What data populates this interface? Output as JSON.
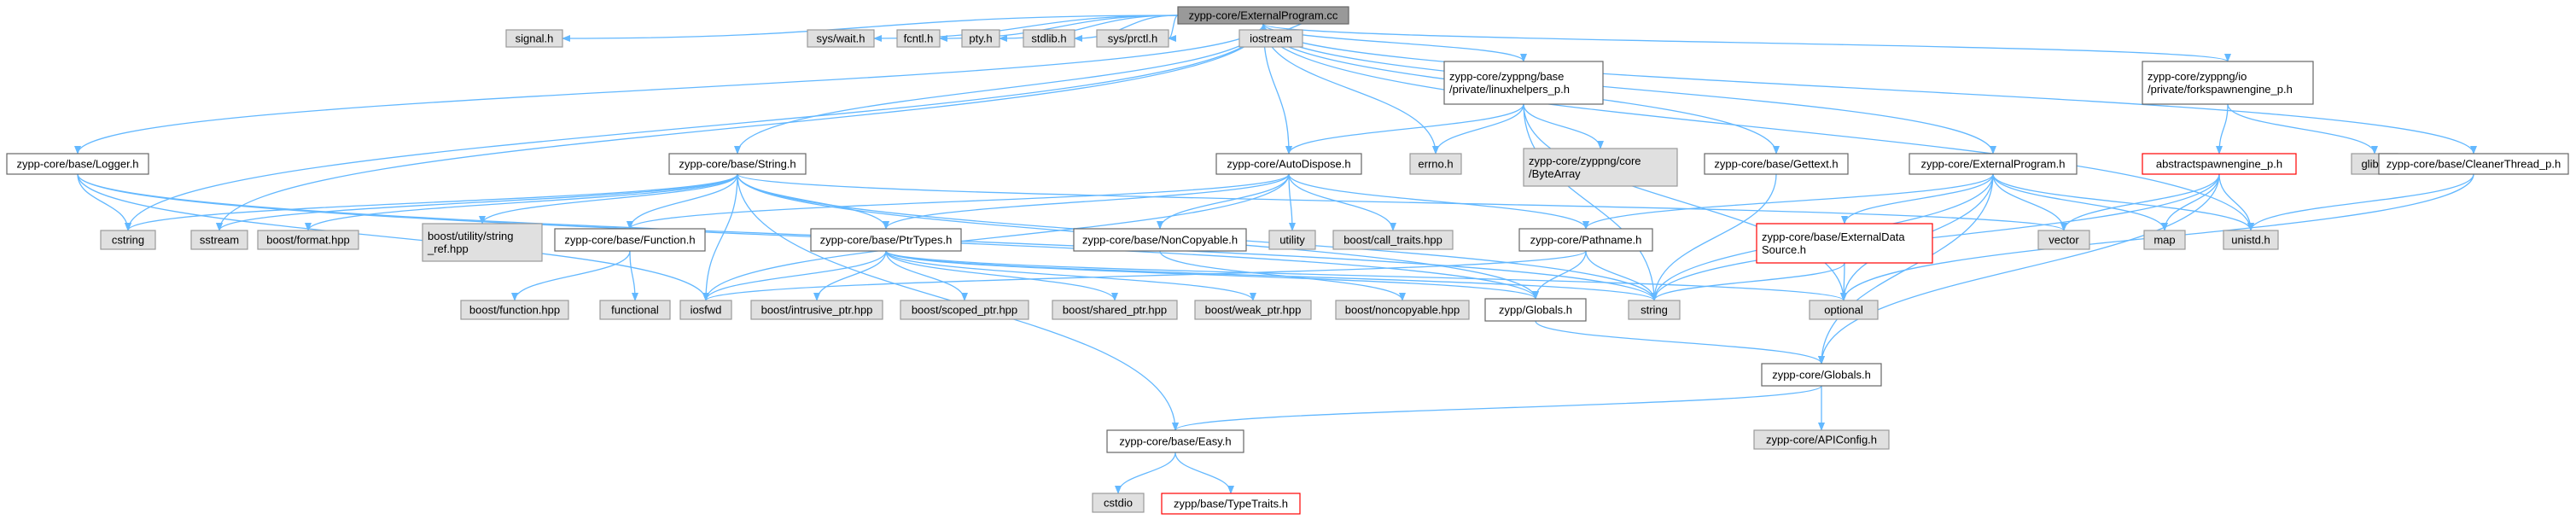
{
  "colors": {
    "edge": "#63b8ff",
    "root_fill": "#999999",
    "root_stroke": "#666666",
    "normal_fill": "#ffffff",
    "normal_stroke": "#666666",
    "system_fill": "#e0e0e0",
    "system_stroke": "#999999",
    "unresolved_fill": "#ffffff",
    "unresolved_stroke": "#ff0000"
  },
  "nodes": [
    {
      "id": "root",
      "lines": [
        "zypp-core/ExternalProgram.cc"
      ],
      "style": "root"
    },
    {
      "id": "signal",
      "lines": [
        "signal.h"
      ],
      "style": "system"
    },
    {
      "id": "syswait",
      "lines": [
        "sys/wait.h"
      ],
      "style": "system"
    },
    {
      "id": "fcntl",
      "lines": [
        "fcntl.h"
      ],
      "style": "system"
    },
    {
      "id": "pty",
      "lines": [
        "pty.h"
      ],
      "style": "system"
    },
    {
      "id": "stdlib",
      "lines": [
        "stdlib.h"
      ],
      "style": "system"
    },
    {
      "id": "sysprctl",
      "lines": [
        "sys/prctl.h"
      ],
      "style": "system"
    },
    {
      "id": "iostream",
      "lines": [
        "iostream"
      ],
      "style": "system"
    },
    {
      "id": "linuxhelpers",
      "lines": [
        "zypp-core/zyppng/base",
        "/private/linuxhelpers_p.h"
      ],
      "style": "normal"
    },
    {
      "id": "forkspawn",
      "lines": [
        "zypp-core/zyppng/io",
        "/private/forkspawnengine_p.h"
      ],
      "style": "normal"
    },
    {
      "id": "logger",
      "lines": [
        "zypp-core/base/Logger.h"
      ],
      "style": "normal"
    },
    {
      "id": "string_h",
      "lines": [
        "zypp-core/base/String.h"
      ],
      "style": "normal"
    },
    {
      "id": "autodispose",
      "lines": [
        "zypp-core/AutoDispose.h"
      ],
      "style": "normal"
    },
    {
      "id": "errno",
      "lines": [
        "errno.h"
      ],
      "style": "system"
    },
    {
      "id": "bytearray",
      "lines": [
        "zypp-core/zyppng/core",
        "/ByteArray"
      ],
      "style": "system"
    },
    {
      "id": "gettext",
      "lines": [
        "zypp-core/base/Gettext.h"
      ],
      "style": "normal"
    },
    {
      "id": "extprog_h",
      "lines": [
        "zypp-core/ExternalProgram.h"
      ],
      "style": "normal"
    },
    {
      "id": "abstractspawn",
      "lines": [
        "abstractspawnengine_p.h"
      ],
      "style": "unresolved"
    },
    {
      "id": "glib",
      "lines": [
        "glib.h"
      ],
      "style": "system"
    },
    {
      "id": "cleaner",
      "lines": [
        "zypp-core/base/CleanerThread_p.h"
      ],
      "style": "normal"
    },
    {
      "id": "cstring",
      "lines": [
        "cstring"
      ],
      "style": "system"
    },
    {
      "id": "sstream",
      "lines": [
        "sstream"
      ],
      "style": "system"
    },
    {
      "id": "boostformat",
      "lines": [
        "boost/format.hpp"
      ],
      "style": "system"
    },
    {
      "id": "boostutilstr",
      "lines": [
        "boost/utility/string",
        "_ref.hpp"
      ],
      "style": "system"
    },
    {
      "id": "function_h",
      "lines": [
        "zypp-core/base/Function.h"
      ],
      "style": "normal"
    },
    {
      "id": "ptrtypes",
      "lines": [
        "zypp-core/base/PtrTypes.h"
      ],
      "style": "normal"
    },
    {
      "id": "noncopyable",
      "lines": [
        "zypp-core/base/NonCopyable.h"
      ],
      "style": "normal"
    },
    {
      "id": "utility",
      "lines": [
        "utility"
      ],
      "style": "system"
    },
    {
      "id": "calltraits",
      "lines": [
        "boost/call_traits.hpp"
      ],
      "style": "system"
    },
    {
      "id": "pathname",
      "lines": [
        "zypp-core/Pathname.h"
      ],
      "style": "normal"
    },
    {
      "id": "extdatasource",
      "lines": [
        "zypp-core/base/ExternalData",
        "Source.h"
      ],
      "style": "unresolved"
    },
    {
      "id": "vector",
      "lines": [
        "vector"
      ],
      "style": "system"
    },
    {
      "id": "map",
      "lines": [
        "map"
      ],
      "style": "system"
    },
    {
      "id": "unistd",
      "lines": [
        "unistd.h"
      ],
      "style": "system"
    },
    {
      "id": "boostfunction",
      "lines": [
        "boost/function.hpp"
      ],
      "style": "system"
    },
    {
      "id": "functional",
      "lines": [
        "functional"
      ],
      "style": "system"
    },
    {
      "id": "iosfwd",
      "lines": [
        "iosfwd"
      ],
      "style": "system"
    },
    {
      "id": "intrusiveptr",
      "lines": [
        "boost/intrusive_ptr.hpp"
      ],
      "style": "system"
    },
    {
      "id": "scopedptr",
      "lines": [
        "boost/scoped_ptr.hpp"
      ],
      "style": "system"
    },
    {
      "id": "sharedptr",
      "lines": [
        "boost/shared_ptr.hpp"
      ],
      "style": "system"
    },
    {
      "id": "weakptr",
      "lines": [
        "boost/weak_ptr.hpp"
      ],
      "style": "system"
    },
    {
      "id": "noncopyhpp",
      "lines": [
        "boost/noncopyable.hpp"
      ],
      "style": "system"
    },
    {
      "id": "zyppglobals",
      "lines": [
        "zypp/Globals.h"
      ],
      "style": "normal"
    },
    {
      "id": "string",
      "lines": [
        "string"
      ],
      "style": "system"
    },
    {
      "id": "optional",
      "lines": [
        "optional"
      ],
      "style": "system"
    },
    {
      "id": "coreglobals",
      "lines": [
        "zypp-core/Globals.h"
      ],
      "style": "normal"
    },
    {
      "id": "apiconfig",
      "lines": [
        "zypp-core/APIConfig.h"
      ],
      "style": "system"
    },
    {
      "id": "easy",
      "lines": [
        "zypp-core/base/Easy.h"
      ],
      "style": "normal"
    },
    {
      "id": "cstdio",
      "lines": [
        "cstdio"
      ],
      "style": "system"
    },
    {
      "id": "typetraits",
      "lines": [
        "zypp/base/TypeTraits.h"
      ],
      "style": "unresolved"
    }
  ],
  "edges": [
    [
      "root",
      "signal"
    ],
    [
      "root",
      "syswait"
    ],
    [
      "root",
      "fcntl"
    ],
    [
      "root",
      "pty"
    ],
    [
      "root",
      "stdlib"
    ],
    [
      "root",
      "sysprctl"
    ],
    [
      "root",
      "iostream"
    ],
    [
      "root",
      "linuxhelpers"
    ],
    [
      "root",
      "forkspawn"
    ],
    [
      "root",
      "logger"
    ],
    [
      "root",
      "string_h"
    ],
    [
      "root",
      "autodispose"
    ],
    [
      "root",
      "errno"
    ],
    [
      "root",
      "gettext"
    ],
    [
      "root",
      "extprog_h"
    ],
    [
      "root",
      "cleaner"
    ],
    [
      "root",
      "cstring"
    ],
    [
      "root",
      "sstream"
    ],
    [
      "root",
      "unistd"
    ],
    [
      "linuxhelpers",
      "autodispose"
    ],
    [
      "linuxhelpers",
      "errno"
    ],
    [
      "linuxhelpers",
      "bytearray"
    ],
    [
      "linuxhelpers",
      "string"
    ],
    [
      "linuxhelpers",
      "optional"
    ],
    [
      "forkspawn",
      "abstractspawn"
    ],
    [
      "forkspawn",
      "glib"
    ],
    [
      "abstractspawn",
      "vector"
    ],
    [
      "abstractspawn",
      "map"
    ],
    [
      "abstractspawn",
      "unistd"
    ],
    [
      "abstractspawn",
      "string"
    ],
    [
      "abstractspawn",
      "coreglobals"
    ],
    [
      "logger",
      "cstring"
    ],
    [
      "logger",
      "iosfwd"
    ],
    [
      "logger",
      "string"
    ],
    [
      "logger",
      "zyppglobals"
    ],
    [
      "string_h",
      "cstring"
    ],
    [
      "string_h",
      "sstream"
    ],
    [
      "string_h",
      "boostformat"
    ],
    [
      "string_h",
      "boostutilstr"
    ],
    [
      "string_h",
      "function_h"
    ],
    [
      "string_h",
      "ptrtypes"
    ],
    [
      "string_h",
      "iosfwd"
    ],
    [
      "string_h",
      "string"
    ],
    [
      "string_h",
      "vector"
    ],
    [
      "string_h",
      "zyppglobals"
    ],
    [
      "string_h",
      "easy"
    ],
    [
      "autodispose",
      "iosfwd"
    ],
    [
      "autodispose",
      "utility"
    ],
    [
      "autodispose",
      "calltraits"
    ],
    [
      "autodispose",
      "function_h"
    ],
    [
      "autodispose",
      "ptrtypes"
    ],
    [
      "autodispose",
      "noncopyable"
    ],
    [
      "autodispose",
      "pathname"
    ],
    [
      "gettext",
      "string"
    ],
    [
      "extprog_h",
      "extdatasource"
    ],
    [
      "extprog_h",
      "pathname"
    ],
    [
      "extprog_h",
      "vector"
    ],
    [
      "extprog_h",
      "map"
    ],
    [
      "extprog_h",
      "unistd"
    ],
    [
      "extprog_h",
      "string"
    ],
    [
      "extprog_h",
      "optional"
    ],
    [
      "extprog_h",
      "coreglobals"
    ],
    [
      "cleaner",
      "unistd"
    ],
    [
      "cleaner",
      "optional"
    ],
    [
      "function_h",
      "boostfunction"
    ],
    [
      "function_h",
      "functional"
    ],
    [
      "ptrtypes",
      "iosfwd"
    ],
    [
      "ptrtypes",
      "string"
    ],
    [
      "ptrtypes",
      "intrusiveptr"
    ],
    [
      "ptrtypes",
      "scopedptr"
    ],
    [
      "ptrtypes",
      "sharedptr"
    ],
    [
      "ptrtypes",
      "weakptr"
    ],
    [
      "ptrtypes",
      "optional"
    ],
    [
      "ptrtypes",
      "zyppglobals"
    ],
    [
      "noncopyable",
      "noncopyhpp"
    ],
    [
      "pathname",
      "iosfwd"
    ],
    [
      "pathname",
      "string"
    ],
    [
      "pathname",
      "zyppglobals"
    ],
    [
      "extdatasource",
      "string"
    ],
    [
      "extdatasource",
      "optional"
    ],
    [
      "zyppglobals",
      "coreglobals"
    ],
    [
      "coreglobals",
      "apiconfig"
    ],
    [
      "coreglobals",
      "easy"
    ],
    [
      "easy",
      "cstdio"
    ],
    [
      "easy",
      "typetraits"
    ]
  ]
}
